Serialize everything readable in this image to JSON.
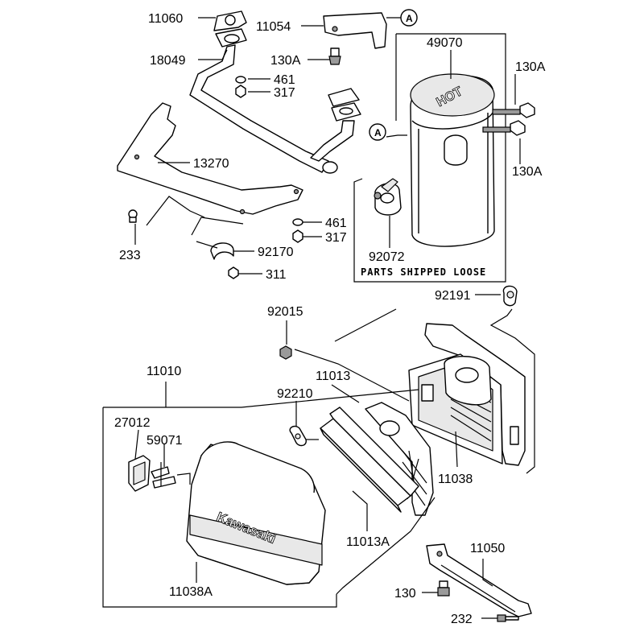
{
  "labels": {
    "p11060": "11060",
    "p11054": "11054",
    "p18049": "18049",
    "p130A_top": "130A",
    "p461_top": "461",
    "p317_top": "317",
    "p49070": "49070",
    "p130A_right1": "130A",
    "p130A_right2": "130A",
    "p13270": "13270",
    "p233": "233",
    "p461_mid": "461",
    "p317_mid": "317",
    "p92170": "92170",
    "p311": "311",
    "p92072": "92072",
    "p92191": "92191",
    "p92015": "92015",
    "p11010": "11010",
    "p11013": "11013",
    "p92210": "92210",
    "p27012": "27012",
    "p59071": "59071",
    "p11038": "11038",
    "p11013A": "11013A",
    "p11050": "11050",
    "p130": "130",
    "p232": "232",
    "p11038A": "11038A"
  },
  "notes": {
    "shipped_loose": "PARTS SHIPPED LOOSE"
  },
  "callouts": {
    "ref_top": "A",
    "ref_muffler": "A"
  },
  "markings": {
    "muffler_warning": "HOT",
    "cover_brand": "Kawasaki"
  }
}
